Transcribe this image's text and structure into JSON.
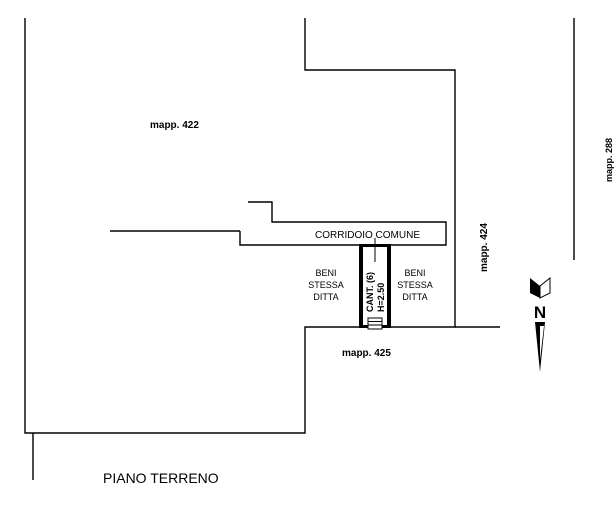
{
  "labels": {
    "mapp_422": "mapp. 422",
    "mapp_424": "mapp. 424",
    "mapp_288": "mapp. 288",
    "mapp_425": "mapp. 425",
    "corridoio": "CORRIDOIO COMUNE",
    "beni_left": [
      "BENI",
      "STESSA",
      "DITTA"
    ],
    "beni_right": [
      "BENI",
      "STESSA",
      "DITTA"
    ],
    "cantina_name": "CANT. (6)",
    "cantina_height": "H=2.50",
    "north": "N",
    "floor_title": "PIANO TERRENO"
  }
}
